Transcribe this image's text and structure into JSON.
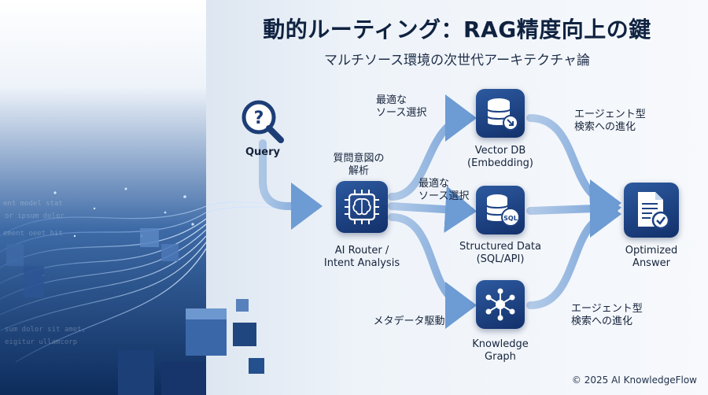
{
  "title": "動的ルーティング：RAG精度向上の鍵",
  "subtitle": "マルチソース環境の次世代アーキテクチャ論",
  "nodes": {
    "query": {
      "label": "Query",
      "icon": "magnifier-question-icon"
    },
    "router": {
      "label_line1": "AI Router /",
      "label_line2": "Intent Analysis",
      "icon": "brain-chip-icon"
    },
    "vector_db": {
      "label_line1": "Vector DB",
      "label_line2": "(Embedding)",
      "icon": "database-arrow-icon"
    },
    "structured": {
      "label_line1": "Structured Data",
      "label_line2": "(SQL/API)",
      "icon": "database-sql-icon",
      "badge": "SQL"
    },
    "knowledge": {
      "label_line1": "Knowledge",
      "label_line2": "Graph",
      "icon": "network-graph-icon"
    },
    "answer": {
      "label_line1": "Optimized",
      "label_line2": "Answer",
      "icon": "document-check-icon"
    }
  },
  "annotations": {
    "intent_line1": "質問意図の",
    "intent_line2": "解析",
    "best_source_top_line1": "最適な",
    "best_source_top_line2": "ソース選択",
    "best_source_mid_line1": "最適な",
    "best_source_mid_line2": "ソース選択",
    "metadata": "メタデータ駆動",
    "agentic_top_line1": "エージェント型",
    "agentic_top_line2": "検索への進化",
    "agentic_bottom_line1": "エージェント型",
    "agentic_bottom_line2": "検索への進化"
  },
  "copyright": "© 2025 AI KnowledgeFlow",
  "colors": {
    "tile": "#1c4283",
    "flow": "#6d9bd3",
    "title": "#0f2240"
  }
}
